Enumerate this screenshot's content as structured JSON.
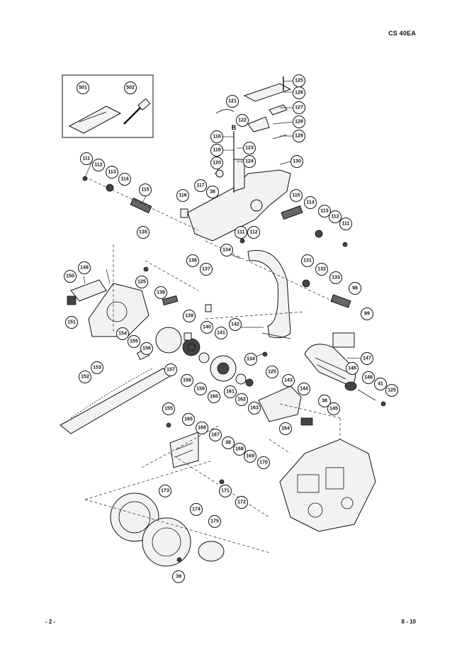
{
  "header": {
    "model": "CS 40EA"
  },
  "footer": {
    "page_left": "- 2 -",
    "page_right": "8 - 10"
  },
  "marker_b": "B",
  "callouts": [
    "501",
    "502",
    "125",
    "126",
    "127",
    "121",
    "122",
    "128",
    "118",
    "129",
    "119",
    "123",
    "120",
    "124",
    "130",
    "111",
    "112",
    "113",
    "114",
    "115",
    "116",
    "117",
    "38",
    "115",
    "114",
    "113",
    "112",
    "111",
    "111",
    "112",
    "135",
    "134",
    "131",
    "132",
    "133",
    "98",
    "150",
    "149",
    "125",
    "136",
    "137",
    "99",
    "138",
    "139",
    "140",
    "141",
    "142",
    "151",
    "154",
    "155",
    "156",
    "153",
    "152",
    "157",
    "158",
    "159",
    "160",
    "134",
    "147",
    "146",
    "125",
    "143",
    "148",
    "41",
    "125",
    "161",
    "162",
    "163",
    "144",
    "38",
    "145",
    "164",
    "155",
    "165",
    "166",
    "167",
    "38",
    "168",
    "169",
    "170",
    "171",
    "172",
    "173",
    "174",
    "175",
    "39"
  ]
}
